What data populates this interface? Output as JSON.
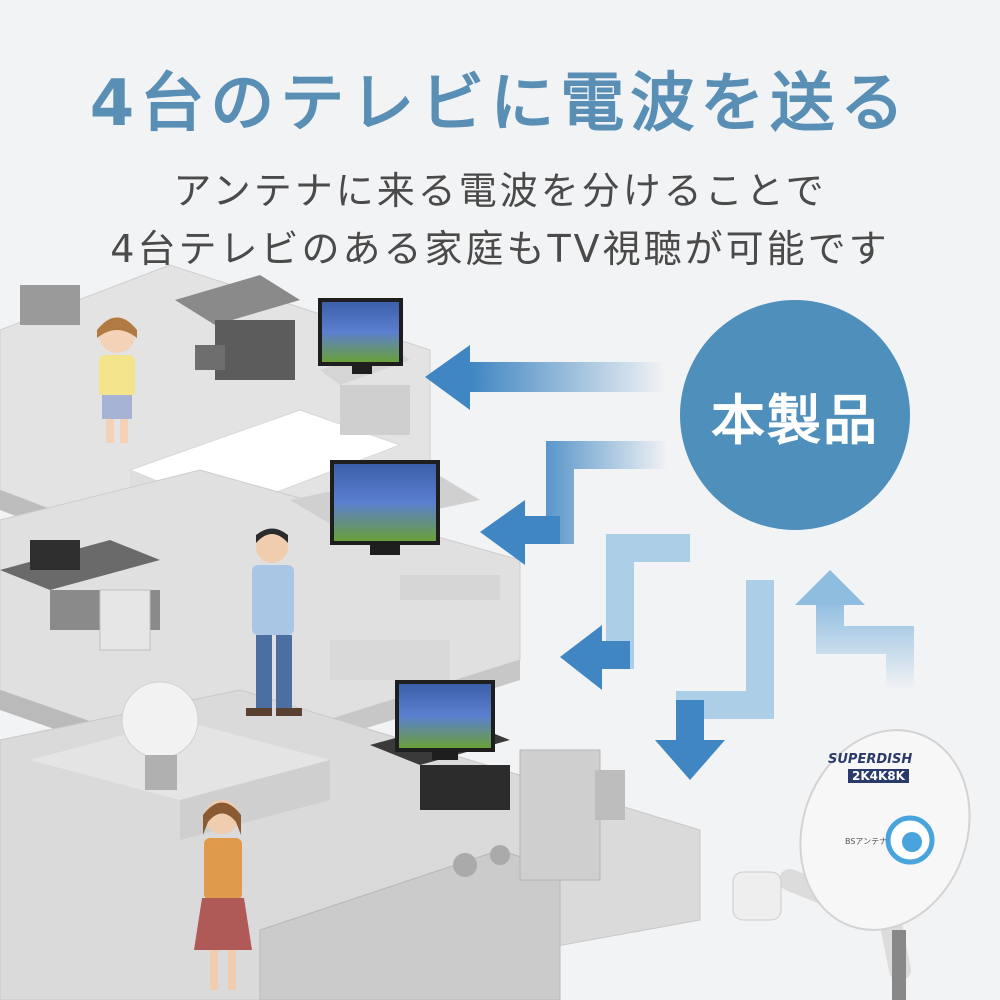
{
  "headline": "4台のテレビに電波を送る",
  "subline1": "アンテナに来る電波を分けることで",
  "subline2": "4台テレビのある家庭もTV視聴が可能です",
  "product_label": "本製品",
  "dish": {
    "brand": "SUPERDISH",
    "badge": "2K4K8K",
    "model": "BSアンテナ"
  },
  "colors": {
    "accent": "#4f8fbc",
    "headline": "#5a8fb5",
    "arrow": "#3f86c2"
  }
}
